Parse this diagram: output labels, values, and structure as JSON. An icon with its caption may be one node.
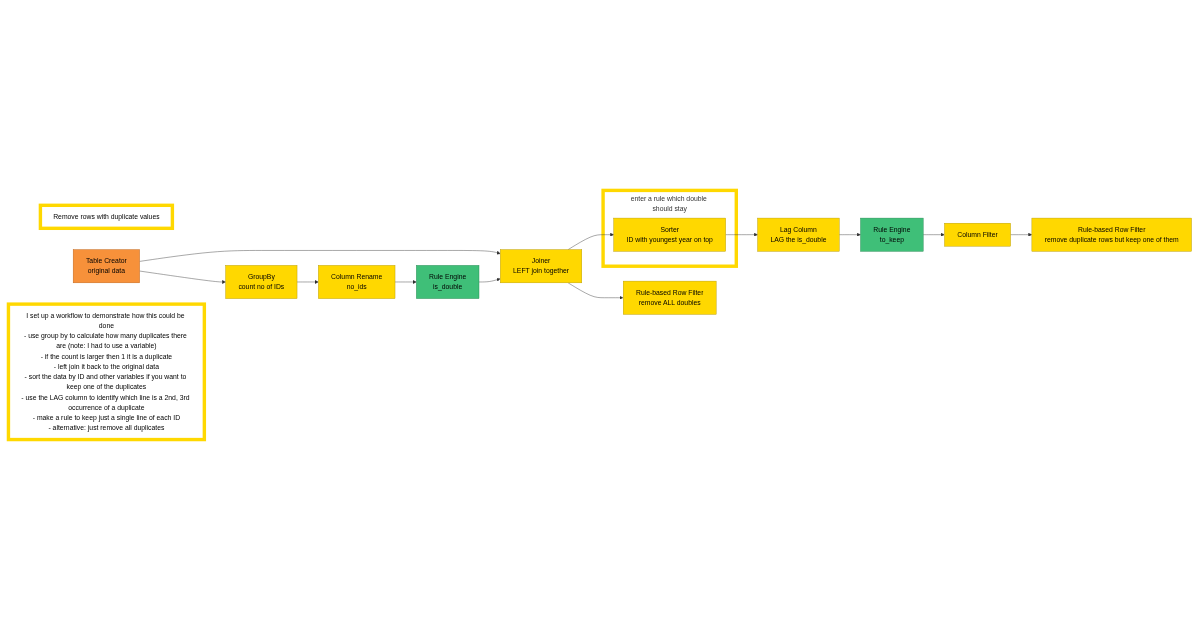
{
  "diagram": {
    "nodes": [
      {
        "text": [
          "Remove rows with duplicate values"
        ]
      },
      {
        "text": [
          "Table Creator",
          "original data"
        ]
      },
      {
        "text": [
          "Joiner",
          "LEFT join together"
        ]
      },
      {
        "text": [
          "enter a rule which double should stay"
        ]
      },
      {
        "text": [
          "Sorter",
          "ID with youngest year on top"
        ],
        "in": 3
      },
      {
        "text": [
          "Lag Column",
          "LAG the is_double"
        ]
      },
      {
        "text": [
          "Rule Engine",
          "to_keep"
        ]
      },
      {
        "text": [
          "Column Filter"
        ]
      },
      {
        "text": [
          "Rule-based Row Filter",
          "remove duplicate rows but keep one of them"
        ]
      },
      {
        "text": [
          "GroupBy",
          "count no of IDs"
        ]
      },
      {
        "text": [
          "Column Rename",
          "no_ids"
        ]
      },
      {
        "text": [
          "Rule Engine",
          "is_double"
        ]
      },
      {
        "text": [
          "Rule-based Row Filter",
          "remove ALL doubles"
        ]
      },
      {
        "text": [
          "I set up a workflow to demonstrate how this could be done",
          "- use group by to calculate how many duplicates there are (note: I had to use a variable)",
          "- if the count is larger then 1 it is a duplicate",
          "- left join it back to the original data",
          "- sort the data by ID and other variables if you want to keep one of the duplicates",
          "- use the LAG column to identify which line is a 2nd, 3rd occurrence of a duplicate",
          "- make a rule to keep just a single line of each ID",
          "- alternative: just remove all duplicates"
        ]
      }
    ],
    "edges": [
      {
        "from": 1,
        "to": 2,
        "arrow": "to"
      },
      {
        "from": 1,
        "to": 9,
        "arrow": "to"
      },
      {
        "from": 9,
        "to": 10,
        "arrow": "to"
      },
      {
        "from": 10,
        "to": 11,
        "arrow": "to"
      },
      {
        "from": 11,
        "to": 2,
        "arrow": "to"
      },
      {
        "from": 2,
        "to": 4,
        "arrow": "to"
      },
      {
        "from": 2,
        "to": 12,
        "arrow": "to"
      },
      {
        "from": 4,
        "to": 5,
        "arrow": "to"
      },
      {
        "from": 5,
        "to": 6,
        "arrow": "to"
      },
      {
        "from": 6,
        "to": 7,
        "arrow": "to"
      },
      {
        "from": 7,
        "to": 8,
        "arrow": "to"
      }
    ]
  }
}
